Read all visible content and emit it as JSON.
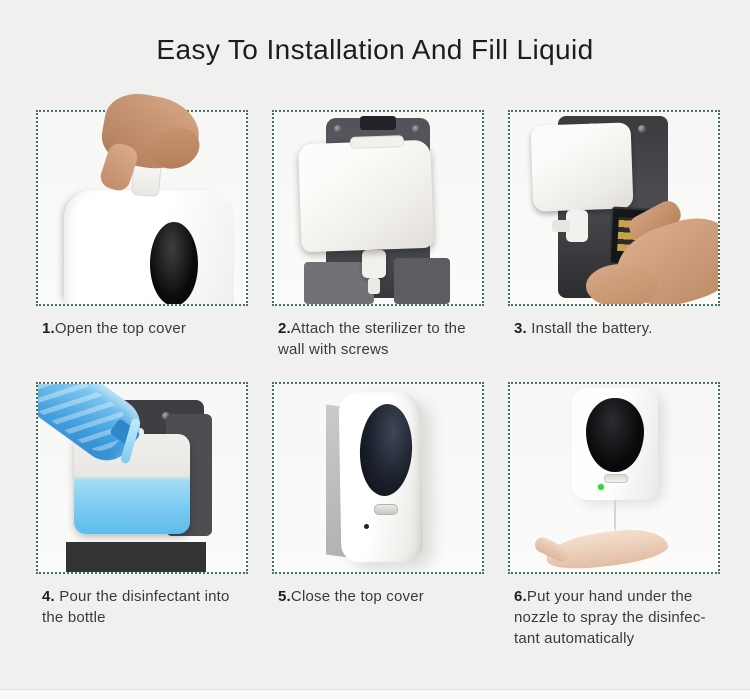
{
  "page": {
    "title": "Easy To Installation And Fill Liquid"
  },
  "colors": {
    "background": "#f0f0ee",
    "panel_border_green": "#44705f",
    "liquid_blue": "#5fbcea",
    "led_green": "#3ec94f",
    "caption_text": "#3a3a3a",
    "title_text": "#1c1c1c"
  },
  "steps": [
    {
      "prefix": "1.",
      "text": "Open the top cover",
      "photo_alt": "Hand pulling the tab to open the top cover of the white dispenser"
    },
    {
      "prefix": "2.",
      "text": "Attach the sterilizer to the\nwall with screws",
      "photo_alt": "Liquid tank mounted on the dark wall bracket with screws"
    },
    {
      "prefix": "3.",
      "text": " Install the battery.",
      "photo_alt": "Hands inserting the battery pack into the dispenser"
    },
    {
      "prefix": "4.",
      "text": " Pour the disinfectant into\nthe bottle",
      "photo_alt": "Blue disinfectant poured from a bottle into the tank"
    },
    {
      "prefix": "5.",
      "text": "Close the top cover",
      "photo_alt": "Closed white dispenser, angled view"
    },
    {
      "prefix": "6.",
      "text": "Put your hand under the\nnozzle to spray the disinfec-\ntant automatically",
      "photo_alt": "Dispenser spraying liquid onto an open hand"
    }
  ]
}
